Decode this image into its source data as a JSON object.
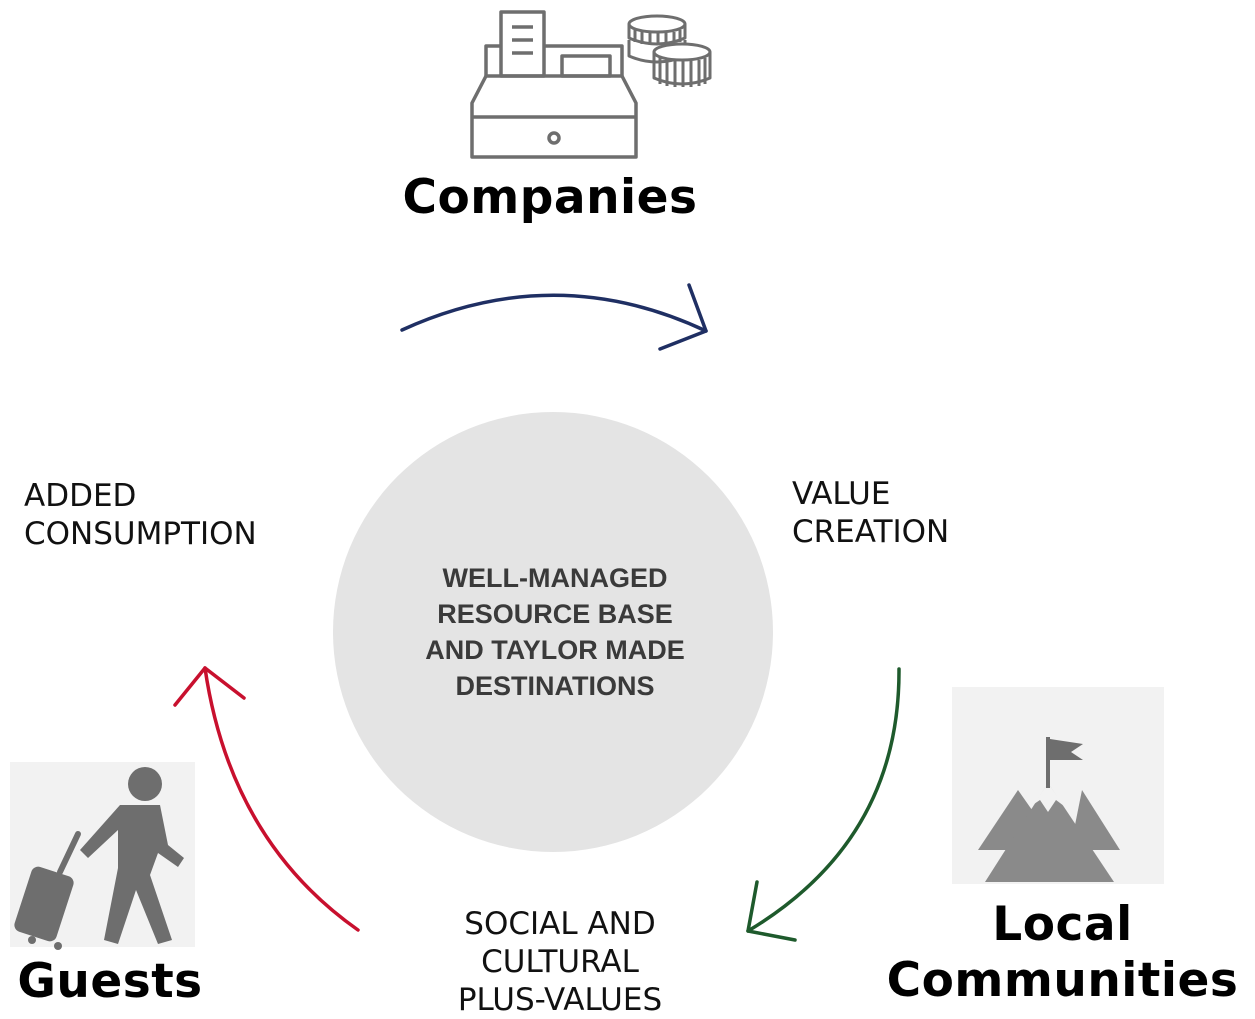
{
  "center": {
    "lines": [
      "WELL-MANAGED",
      "RESOURCE BASE",
      "AND TAYLOR MADE",
      "DESTINATIONS"
    ]
  },
  "stakeholders": {
    "companies": "Companies",
    "guests": "Guests",
    "local_communities": [
      "Local",
      "Communities"
    ]
  },
  "flows": {
    "added_consumption": [
      "ADDED",
      "CONSUMPTION"
    ],
    "value_creation": [
      "VALUE",
      "CREATION"
    ],
    "social_cultural": [
      "SOCIAL AND",
      "CULTURAL",
      "PLUS-VALUES"
    ]
  },
  "colors": {
    "companies_to_value_arrow": "#1f2f63",
    "value_to_social_arrow": "#1e5a2c",
    "guests_to_consumption_arrow": "#c8102e",
    "center_circle": "#e4e4e4",
    "icon_dark": "#6e6e6e",
    "icon_mountain": "#8a8a8a"
  },
  "icons": {
    "companies": "cash-register-with-coins-icon",
    "guests": "traveler-with-suitcase-icon",
    "local_communities": "mountain-with-flag-icon"
  }
}
